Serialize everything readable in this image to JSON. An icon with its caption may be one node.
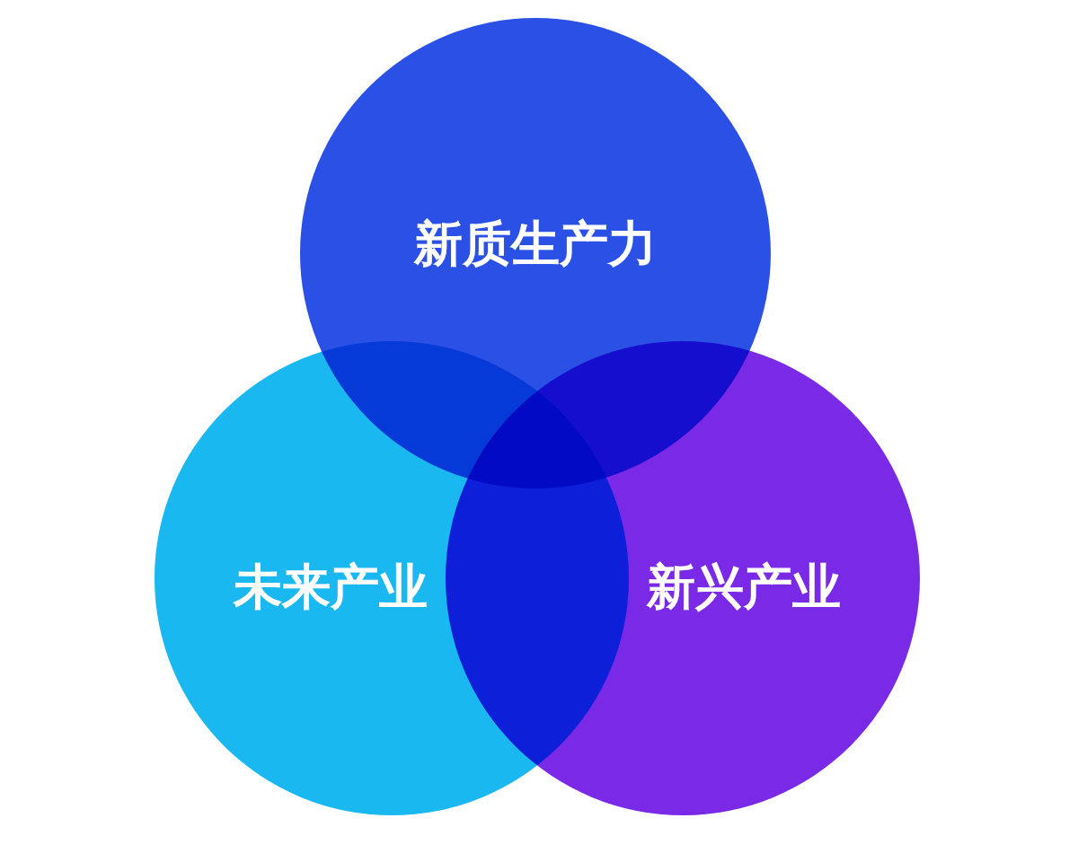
{
  "diagram": {
    "nodes": [
      {
        "text": [
          "新质生产力"
        ]
      },
      {
        "text": [
          "未来产业"
        ]
      },
      {
        "text": [
          "新兴产业"
        ]
      }
    ]
  }
}
